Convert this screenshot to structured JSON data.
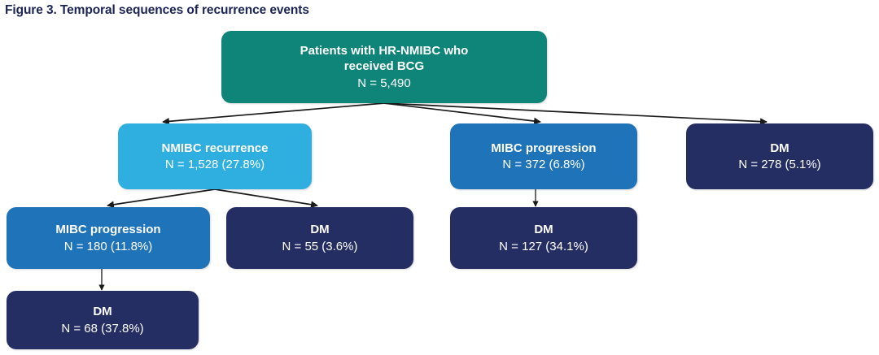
{
  "figure": {
    "title": "Figure 3. Temporal sequences of recurrence events",
    "title_color": "#1b2456"
  },
  "colors": {
    "teal": "#0F8479",
    "light_blue": "#2FAEE0",
    "medium_blue": "#1F73B8",
    "navy": "#252E63",
    "arrow": "#1a1a1a",
    "background": "#FFFFFF"
  },
  "nodes": {
    "root": {
      "label": "Patients with HR-NMIBC who\nreceived BCG",
      "count": "N = 5,490",
      "color_name": "teal"
    },
    "nmibc_recurrence": {
      "label": "NMIBC recurrence",
      "count": "N = 1,528 (27.8%)",
      "color_name": "light-blue"
    },
    "mibc_progression": {
      "label": "MIBC progression",
      "count": "N = 372 (6.8%)",
      "color_name": "medium-blue"
    },
    "dm_direct": {
      "label": "DM",
      "count": "N = 278 (5.1%)",
      "color_name": "navy"
    },
    "mibc_after_nmibc": {
      "label": "MIBC progression",
      "count": "N = 180 (11.8%)",
      "color_name": "medium-blue"
    },
    "dm_after_nmibc": {
      "label": "DM",
      "count": "N = 55 (3.6%)",
      "color_name": "navy"
    },
    "dm_after_mibc": {
      "label": "DM",
      "count": "N = 127 (34.1%)",
      "color_name": "navy"
    },
    "dm_after_nmibc_mibc": {
      "label": "DM",
      "count": "N = 68 (37.8%)",
      "color_name": "navy"
    }
  },
  "chart_data": {
    "type": "diagram",
    "title": "Figure 3. Temporal sequences of recurrence events",
    "nodes": [
      {
        "id": "root",
        "level": 0,
        "label": "Patients with HR-NMIBC who received BCG",
        "n": 5490,
        "percent": null
      },
      {
        "id": "nmibc_recurrence",
        "level": 1,
        "label": "NMIBC recurrence",
        "n": 1528,
        "percent": 27.8
      },
      {
        "id": "mibc_progression",
        "level": 1,
        "label": "MIBC progression",
        "n": 372,
        "percent": 6.8
      },
      {
        "id": "dm_direct",
        "level": 1,
        "label": "DM",
        "n": 278,
        "percent": 5.1
      },
      {
        "id": "mibc_after_nmibc",
        "level": 2,
        "label": "MIBC progression",
        "n": 180,
        "percent": 11.8
      },
      {
        "id": "dm_after_nmibc",
        "level": 2,
        "label": "DM",
        "n": 55,
        "percent": 3.6
      },
      {
        "id": "dm_after_mibc",
        "level": 2,
        "label": "DM",
        "n": 127,
        "percent": 34.1
      },
      {
        "id": "dm_after_nmibc_mibc",
        "level": 3,
        "label": "DM",
        "n": 68,
        "percent": 37.8
      }
    ],
    "edges": [
      {
        "from": "root",
        "to": "nmibc_recurrence"
      },
      {
        "from": "root",
        "to": "mibc_progression"
      },
      {
        "from": "root",
        "to": "dm_direct"
      },
      {
        "from": "nmibc_recurrence",
        "to": "mibc_after_nmibc"
      },
      {
        "from": "nmibc_recurrence",
        "to": "dm_after_nmibc"
      },
      {
        "from": "mibc_progression",
        "to": "dm_after_mibc"
      },
      {
        "from": "mibc_after_nmibc",
        "to": "dm_after_nmibc_mibc"
      }
    ]
  }
}
